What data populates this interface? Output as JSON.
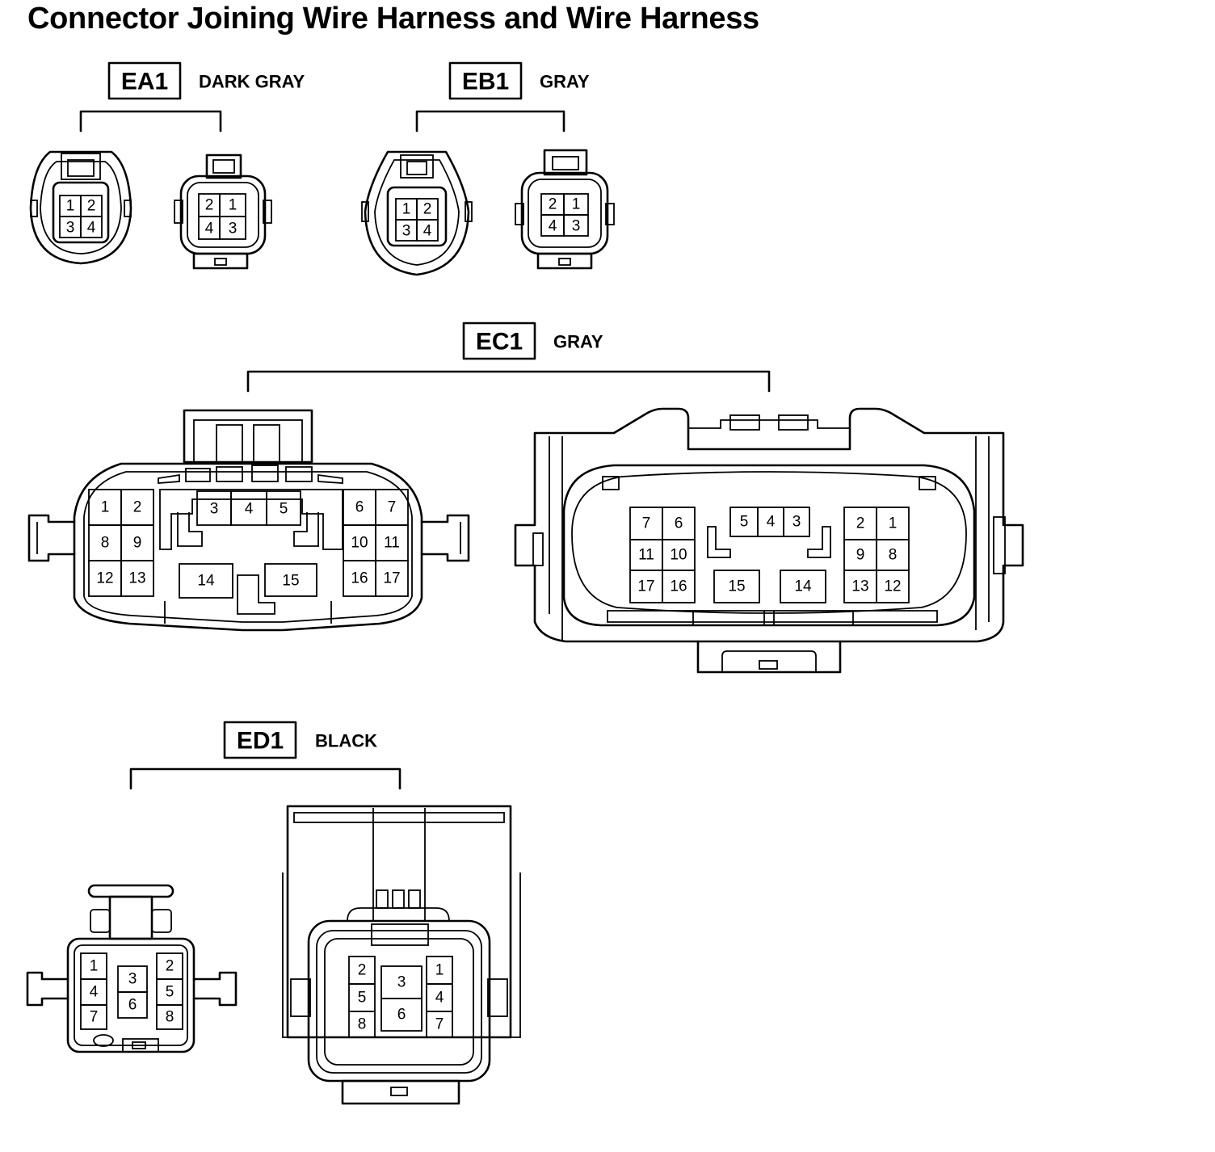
{
  "title": "Connector Joining Wire Harness and Wire Harness",
  "connectors": {
    "ea1": {
      "code": "EA1",
      "color": "DARK GRAY",
      "female_pins": [
        "1",
        "2",
        "3",
        "4"
      ],
      "male_pins": [
        "2",
        "1",
        "4",
        "3"
      ]
    },
    "eb1": {
      "code": "EB1",
      "color": "GRAY",
      "female_pins": [
        "1",
        "2",
        "3",
        "4"
      ],
      "male_pins": [
        "2",
        "1",
        "4",
        "3"
      ]
    },
    "ec1": {
      "code": "EC1",
      "color": "GRAY",
      "left_pins": [
        "1",
        "2",
        "3",
        "4",
        "5",
        "6",
        "7",
        "8",
        "9",
        "10",
        "11",
        "12",
        "13",
        "14",
        "15",
        "16",
        "17"
      ],
      "right_pins": [
        "7",
        "6",
        "5",
        "4",
        "3",
        "2",
        "1",
        "11",
        "10",
        "9",
        "8",
        "17",
        "16",
        "15",
        "14",
        "13",
        "12"
      ]
    },
    "ed1": {
      "code": "ED1",
      "color": "BLACK",
      "left_pins": [
        "1",
        "4",
        "7",
        "3",
        "6",
        "2",
        "5",
        "8"
      ],
      "right_pins": [
        "2",
        "5",
        "8",
        "3",
        "6",
        "1",
        "4",
        "7"
      ]
    }
  }
}
